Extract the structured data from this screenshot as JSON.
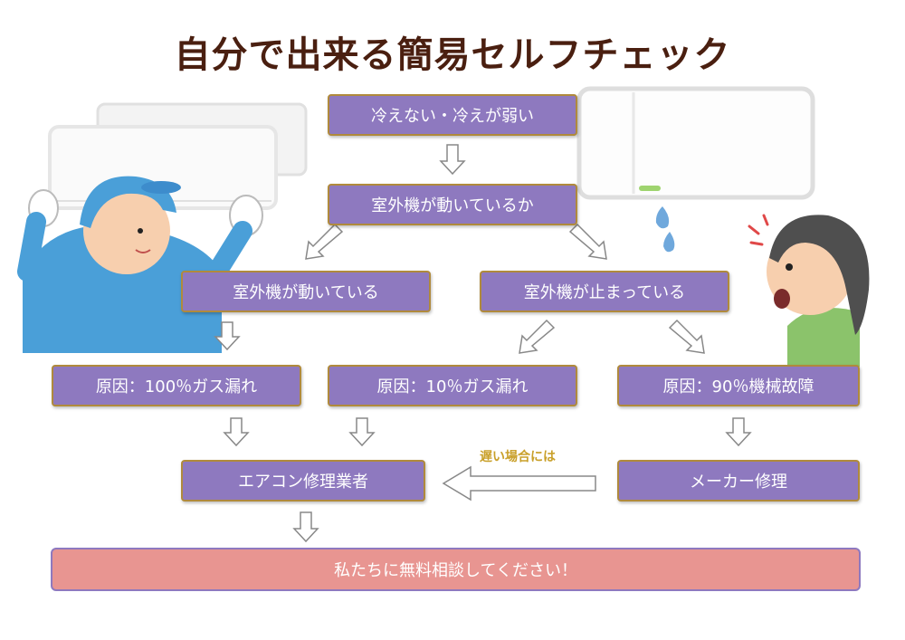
{
  "title": "自分で出来る簡易セルフチェック",
  "nodes": {
    "start": "冷えない・冷えが弱い",
    "check": "室外機が動いているか",
    "running": "室外機が動いている",
    "stopped": "室外機が止まっている",
    "cause_gas100": "原因：100％ガス漏れ",
    "cause_gas10": "原因：10％ガス漏れ",
    "cause_fault90": "原因：90％機械故障",
    "repair_shop": "エアコン修理業者",
    "maker_repair": "メーカー修理",
    "final": "私たちに無料相談してください！"
  },
  "edge_labels": {
    "slow_case": "遅い場合には"
  },
  "colors": {
    "node_fill": "#8e79bf",
    "node_border": "#b08a3c",
    "final_fill": "#e89591",
    "title": "#4a1f10",
    "note": "#c9a02a"
  }
}
